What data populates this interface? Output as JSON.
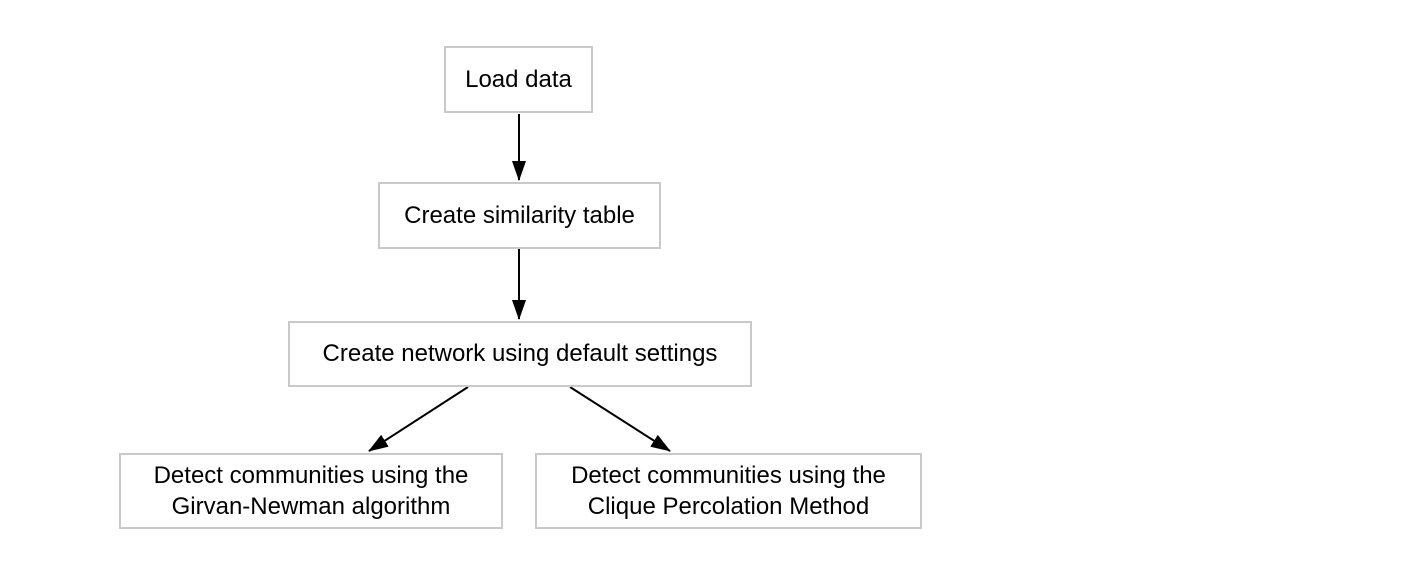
{
  "diagram": {
    "type": "flowchart",
    "background_color": "#ffffff",
    "node_fill_color": "#ffffff",
    "node_border_color": "#c9c9c9",
    "text_color": "#000000",
    "arrow_color": "#000000",
    "nodes": [
      {
        "id": "load-data",
        "label": "Load data"
      },
      {
        "id": "create-similarity-table",
        "label": "Create similarity table"
      },
      {
        "id": "create-network",
        "label": "Create network using default settings"
      },
      {
        "id": "detect-girvan-newman",
        "label": "Detect communities using the Girvan-Newman algorithm"
      },
      {
        "id": "detect-clique-percolation",
        "label": "Detect communities using the Clique Percolation Method"
      }
    ],
    "edges": [
      {
        "from": "load-data",
        "to": "create-similarity-table"
      },
      {
        "from": "create-similarity-table",
        "to": "create-network"
      },
      {
        "from": "create-network",
        "to": "detect-girvan-newman"
      },
      {
        "from": "create-network",
        "to": "detect-clique-percolation"
      }
    ]
  }
}
